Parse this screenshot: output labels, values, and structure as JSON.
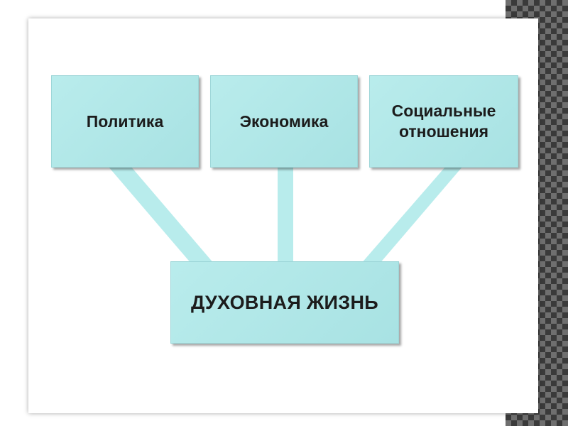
{
  "diagram": {
    "top_boxes": [
      {
        "label": "Политика"
      },
      {
        "label": "Экономика"
      },
      {
        "label": "Социальные\nотношения"
      }
    ],
    "bottom_box": {
      "label": "ДУХОВНАЯ ЖИЗНЬ"
    }
  },
  "colors": {
    "box_fill": "#b3e9e9",
    "connector": "#b8ecec",
    "text": "#1c1c1c"
  }
}
